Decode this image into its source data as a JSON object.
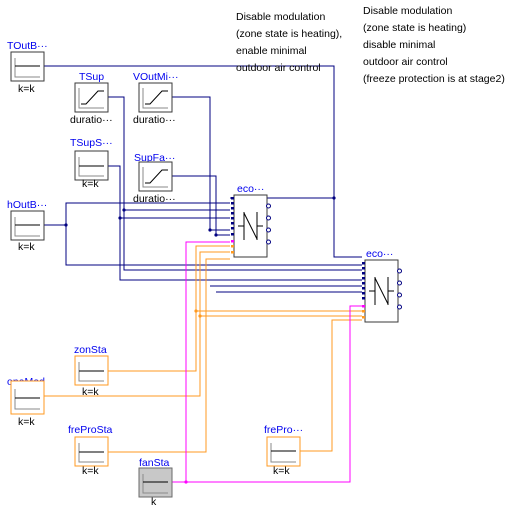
{
  "annotations": {
    "note1": [
      "Disable modulation",
      "(zone state is heating),",
      "enable minimal",
      "outdoor air control"
    ],
    "note2": [
      "Disable modulation",
      "(zone state is heating)",
      "disable minimal",
      "outdoor air control",
      "(freeze protection is at stage2)"
    ]
  },
  "blocks": {
    "TOutBor": {
      "name": "TOutB···",
      "param": "k=k"
    },
    "TSup": {
      "name": "TSup",
      "param": "duratio···"
    },
    "VOutMin": {
      "name": "VOutMi···",
      "param": "duratio···"
    },
    "TSupSet": {
      "name": "TSupS···",
      "param": "k=k"
    },
    "SupFan": {
      "name": "SupFa···",
      "param": "duratio···"
    },
    "hOutBor": {
      "name": "hOutB···",
      "param": "k=k"
    },
    "eco1": {
      "name": "eco···"
    },
    "eco2": {
      "name": "eco···"
    },
    "zonSta": {
      "name": "zonSta",
      "param": "k=k"
    },
    "opeMod": {
      "name": "opeMod",
      "param": "k=k"
    },
    "freProSta": {
      "name": "freProSta",
      "param": "k=k"
    },
    "freProSta2": {
      "name": "frePro···",
      "param": "k=k"
    },
    "fanSta": {
      "name": "fanSta",
      "param": "k"
    }
  },
  "colors": {
    "real_wire": "#000080",
    "integer_wire": "#ff9a20",
    "boolean_wire": "#ff00ff",
    "block_label": "#0000ee",
    "boolean_block_fill": "#c8c8c8"
  }
}
